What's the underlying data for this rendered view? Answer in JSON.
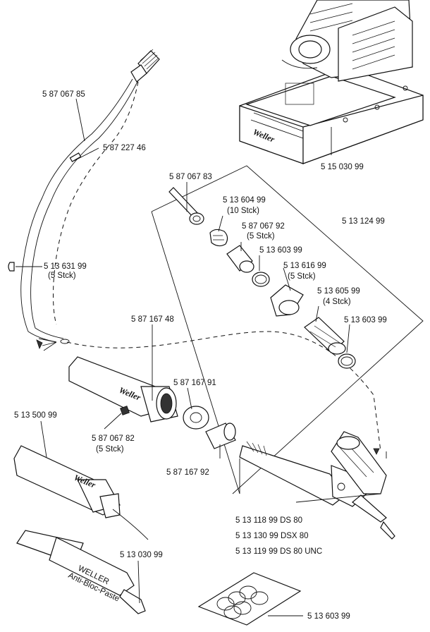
{
  "labels": {
    "cable": "5 87 067 85",
    "cable_sleeve": "5 87 227 46",
    "stand": "5 15 030 99",
    "screw": "5 87 067 83",
    "sponge": "5 13 604 99",
    "sponge_qty": "(10 Stck)",
    "cap": "5 87 067 92",
    "cap_qty": "(5 Stck)",
    "kit": "5 13 124 99",
    "oring_a": "5 13 603 99",
    "nozzle": "5 13 616 99",
    "nozzle_qty": "(5 Stck)",
    "sleeve": "5 13 605 99",
    "sleeve_qty": "(4 Stck)",
    "oring_b": "5 13 603 99",
    "clip": "5 13 631 99",
    "clip_qty": "(5 Stck)",
    "handle": "5 87 167 48",
    "nut": "5 87 167 91",
    "grub_screw": "5 87 067 82",
    "grub_qty": "(5 Stck)",
    "iron": "5 13 500 99",
    "insert": "5 87 167 92",
    "model_ds80": "5 13 118 99   DS   80",
    "model_dsx80": "5 13 130 99   DSX   80",
    "model_ds80unc": "5 13 119 99   DS   80   UNC",
    "paste": "5 13 030 99",
    "orings_bag": "5 13 603 99"
  },
  "brand": {
    "stand_logo": "Weller",
    "handle_logo": "Weller",
    "iron_logo": "Weller",
    "paste_line1": "WELLER",
    "paste_line2": "Anti-Bloc-Paste"
  }
}
